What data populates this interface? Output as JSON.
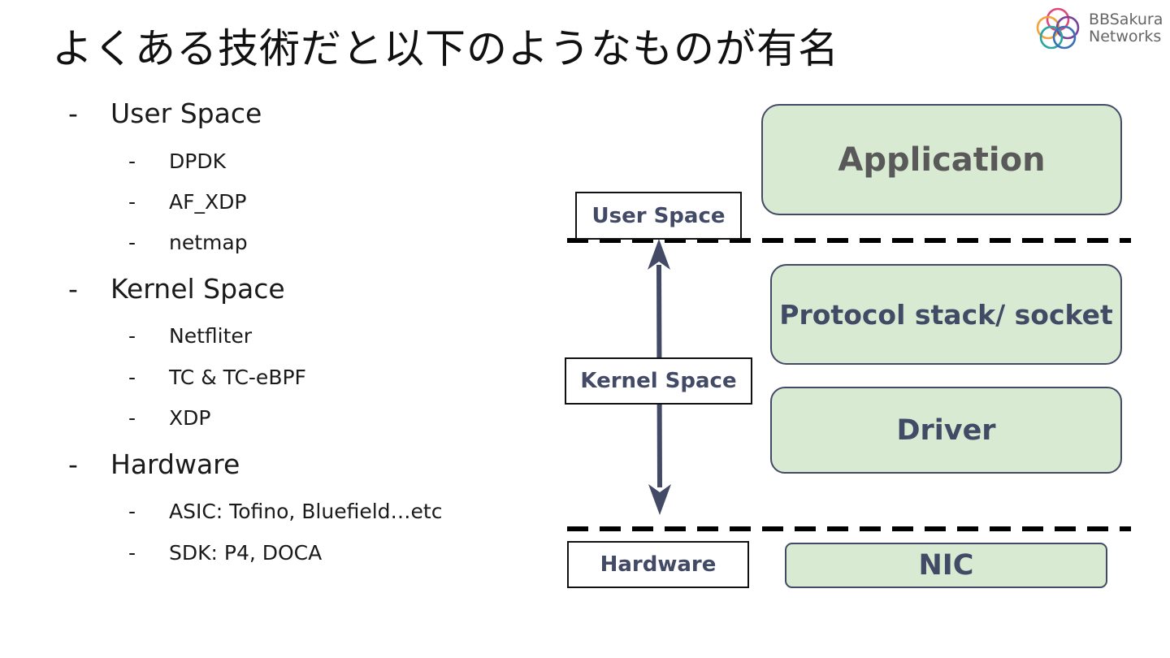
{
  "slide": {
    "title": "よくある技術だと以下のようなものが有名"
  },
  "logo": {
    "line1": "BBSakura",
    "line2": "Networks"
  },
  "bullets": {
    "dash": "-",
    "user_space": {
      "label": "User Space",
      "items": [
        "DPDK",
        "AF_XDP",
        "netmap"
      ]
    },
    "kernel_space": {
      "label": "Kernel Space",
      "items": [
        "Netfliter",
        "TC & TC-eBPF",
        "XDP"
      ]
    },
    "hardware": {
      "label": "Hardware",
      "items": [
        "ASIC: Tofino, Bluefield…etc",
        "SDK: P4, DOCA"
      ]
    }
  },
  "diagram": {
    "labels": {
      "user_space": "User Space",
      "kernel_space": "Kernel Space",
      "hardware": "Hardware"
    },
    "layers": {
      "application": "Application",
      "protocol_stack": "Protocol stack/ socket",
      "driver": "Driver",
      "nic": "NIC"
    },
    "colors": {
      "layer_fill": "#d9ead3",
      "layer_border": "#434a66",
      "layer_text": "#434a66",
      "application_text": "#595959",
      "arrow": "#434a66",
      "boundary": "#000000"
    }
  }
}
